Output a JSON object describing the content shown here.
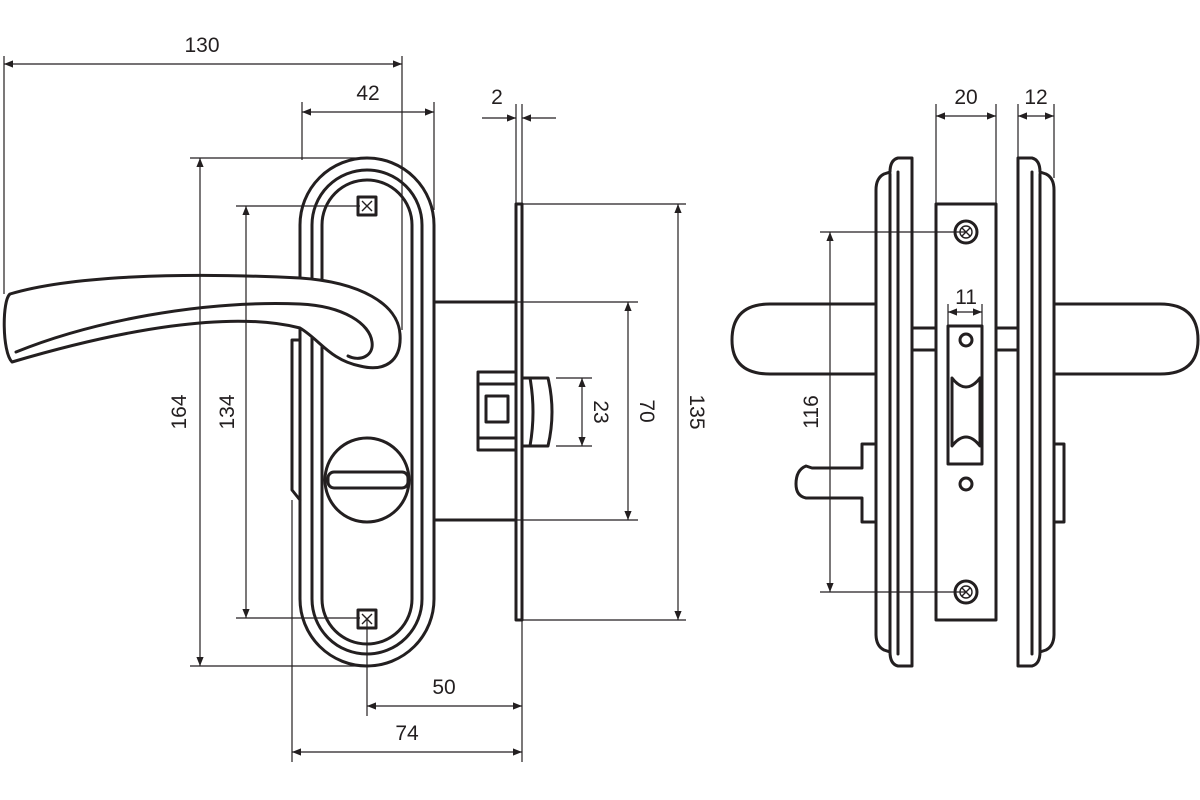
{
  "dimensions": {
    "width_130": "130",
    "width_42": "42",
    "width_2": "2",
    "height_164": "164",
    "height_134": "134",
    "height_23": "23",
    "height_70": "70",
    "height_135": "135",
    "offset_50": "50",
    "offset_74": "74",
    "width_20": "20",
    "width_12": "12",
    "width_11": "11",
    "height_116": "116"
  },
  "colors": {
    "ink": "#231f20",
    "paper": "#ffffff"
  }
}
